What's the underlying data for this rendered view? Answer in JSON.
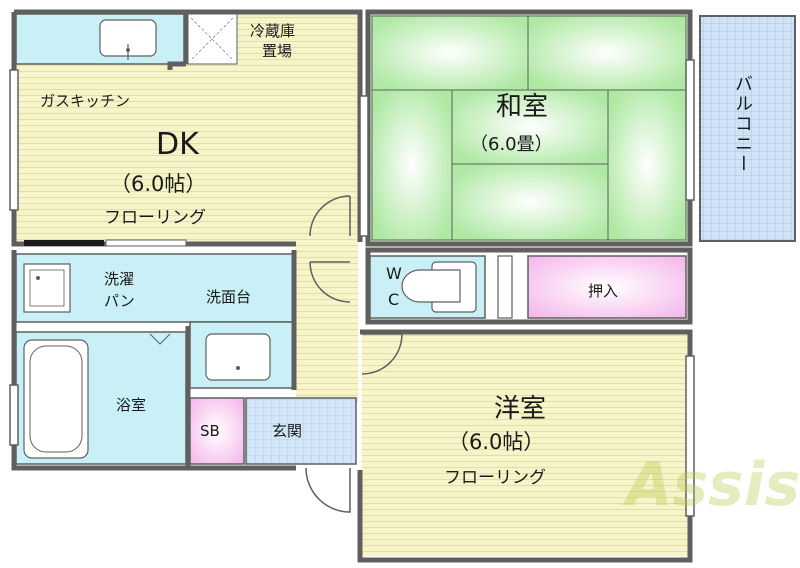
{
  "colors": {
    "wall": "#5f5f5f",
    "floor": "#f6f4c8",
    "tatami": "#c9f2c0",
    "wet": "#c8f0f6",
    "balcony": "#c9dff5",
    "oshiire": "#f7c8f0",
    "genkan": "#cfe4f7"
  },
  "labels": {
    "fridge_line1": "冷蔵庫",
    "fridge_line2": "置場",
    "gas_kitchen": "ガスキッチン",
    "dk_title": "DK",
    "dk_size": "（6.0帖）",
    "dk_floor": "フローリング",
    "washitsu_title": "和室",
    "washitsu_size": "（6.0畳）",
    "balcony": "バルコニー",
    "oshiire": "押入",
    "wc_w": "W",
    "wc_c": "C",
    "washer_line1": "洗濯",
    "washer_line2": "パン",
    "washbasin": "洗面台",
    "bath": "浴室",
    "sb": "SB",
    "genkan": "玄関",
    "yoshitsu_title": "洋室",
    "yoshitsu_size": "（6.0帖）",
    "yoshitsu_floor": "フローリング"
  },
  "watermark": "Assist"
}
